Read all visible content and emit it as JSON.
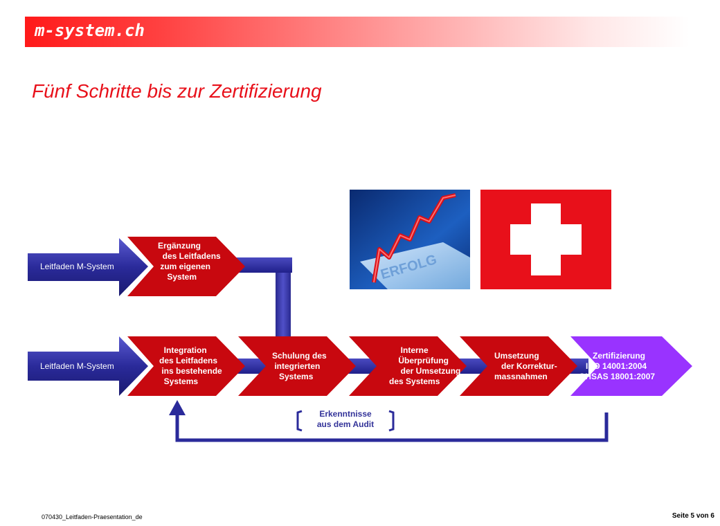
{
  "header": {
    "brand": "m-system.ch"
  },
  "slide": {
    "title": "Fünf Schritte bis zur Zertifizierung"
  },
  "images": {
    "success_chart_text": "ERFOLG"
  },
  "diagram": {
    "top_row": {
      "input_label": "Leitfaden M-System",
      "step_label": "Ergänzung\n  des Leitfadens\n zum eigenen\n    System"
    },
    "bottom_row": {
      "input_label": "Leitfaden M-System",
      "steps": [
        "  Integration\ndes Leitfadens\n ins bestehende\n  Systems",
        "Schulung des\n integrierten\n   Systems",
        "     Interne\n    Überprüfung\n     der Umsetzung\ndes Systems",
        "Umsetzung\n   der Korrektur-\nmassnahmen",
        "      Zertifizierung\n   ISO 14001:2004\nOHSAS 18001:2007"
      ]
    },
    "feedback_label": "Erkenntnisse\naus dem Audit"
  },
  "colors": {
    "accent_red": "#e8101a",
    "step_red": "#c8080f",
    "final_violet": "#9933ff",
    "connector_navy": "#3333a0",
    "input_navy": "#2a2a90"
  },
  "footer": {
    "filename": "070430_Leitfaden-Praesentation_de",
    "page": "Seite 5 von 6"
  }
}
